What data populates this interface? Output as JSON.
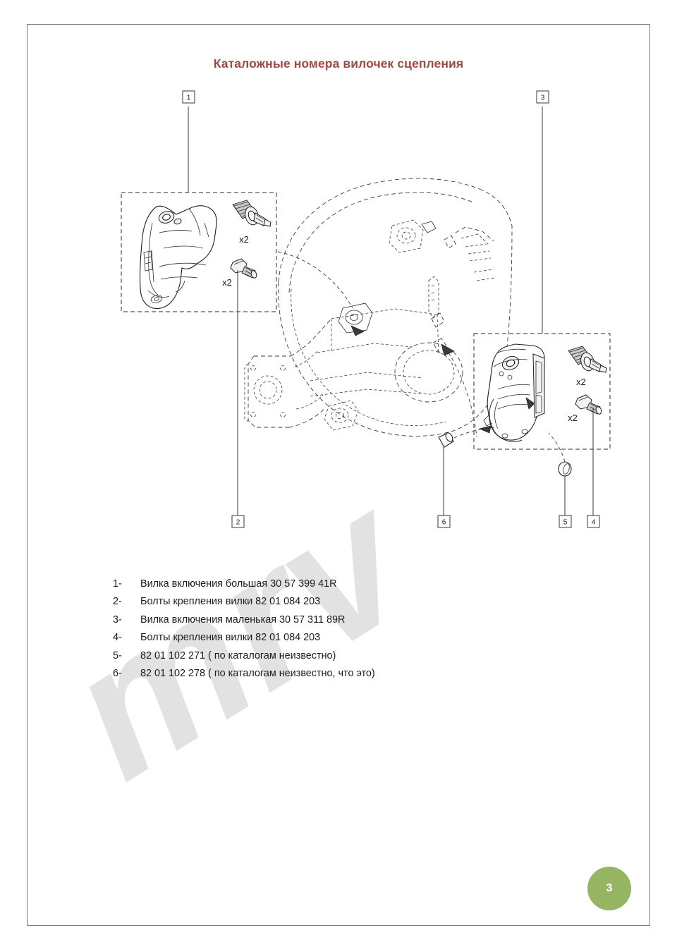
{
  "document": {
    "title": "Каталожные номера вилочек сцепления",
    "title_color": "#9d4a44",
    "page_number": "3",
    "badge_color": "#96b563",
    "watermark_text": "mrv"
  },
  "diagram": {
    "name": "clutch-fork-exploded-diagram",
    "callouts": [
      {
        "id": "1",
        "label": "1"
      },
      {
        "id": "2",
        "label": "2"
      },
      {
        "id": "3",
        "label": "3"
      },
      {
        "id": "4",
        "label": "4"
      },
      {
        "id": "5",
        "label": "5"
      },
      {
        "id": "6",
        "label": "6"
      }
    ],
    "quantity_labels": [
      {
        "id": "qty-left-pivot",
        "label": "x2"
      },
      {
        "id": "qty-left-bolt",
        "label": "x2"
      },
      {
        "id": "qty-right-pivot",
        "label": "x2"
      },
      {
        "id": "qty-right-bolt",
        "label": "x2"
      }
    ]
  },
  "parts_list": [
    {
      "num": "1-",
      "text": "Вилка включения большая  30 57 399 41R"
    },
    {
      "num": "2-",
      "text": "Болты крепления вилки 82 01 084 203"
    },
    {
      "num": "3-",
      "text": "Вилка включения маленькая 30 57 311 89R"
    },
    {
      "num": "4-",
      "text": "Болты крепления вилки 82 01 084 203"
    },
    {
      "num": "5-",
      "text": "82 01 102 271 ( по каталогам неизвестно)"
    },
    {
      "num": "6-",
      "text": "82 01 102 278 ( по каталогам неизвестно, что это)"
    }
  ]
}
